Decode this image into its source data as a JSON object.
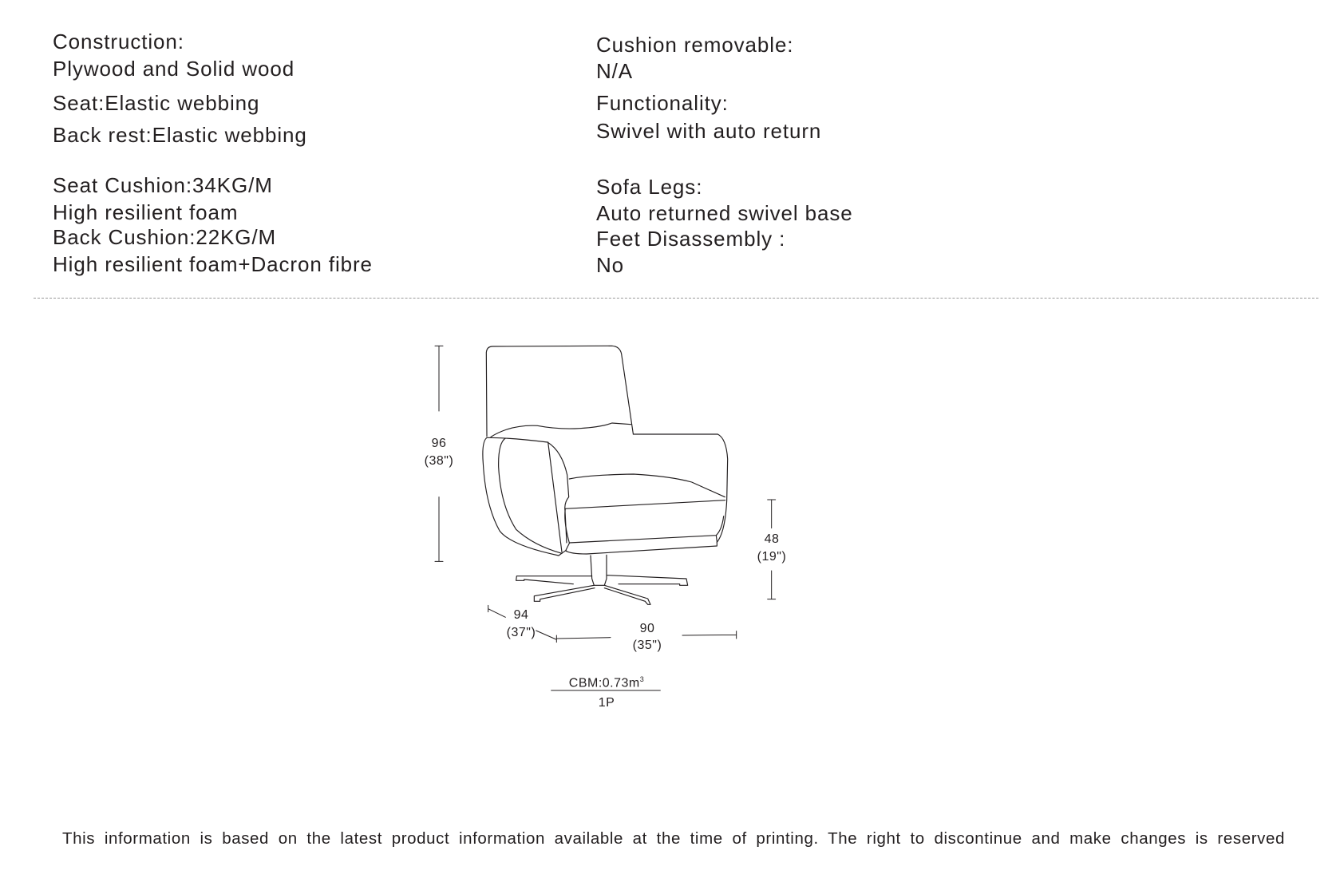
{
  "specs_left": [
    "Construction:",
    "Plywood and Solid wood",
    "Seat:Elastic webbing",
    "Back rest:Elastic webbing",
    "Seat Cushion:34KG/M",
    "High resilient foam",
    "Back Cushion:22KG/M",
    "High resilient foam+Dacron fibre"
  ],
  "specs_right": [
    "Cushion removable:",
    "N/A",
    "Functionality:",
    "Swivel with auto return",
    "Sofa Legs:",
    "Auto returned swivel base",
    "Feet Disassembly :",
    "No"
  ],
  "dimensions": {
    "height_cm": "96",
    "height_in": "(38\")",
    "seat_height_cm": "48",
    "seat_height_in": "(19\")",
    "depth_cm": "94",
    "depth_in": "(37\")",
    "width_cm": "90",
    "width_in": "(35\")"
  },
  "cbm": {
    "label": "CBM:0.73m",
    "sup": "3",
    "pieces": "1P"
  },
  "footer": "This information is based on the latest product information available at the time of printing. The right to discontinue and make changes is reserved"
}
